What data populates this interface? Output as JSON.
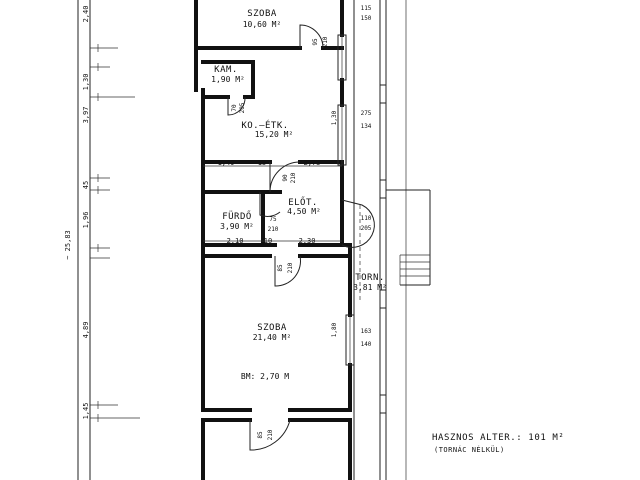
{
  "dimensions_left": {
    "total": "~ 25,83",
    "segments": [
      "2,40",
      "1,30",
      "3,97",
      "45",
      "1,96",
      "4,89",
      "1,45"
    ]
  },
  "rooms": [
    {
      "name": "SZOBA",
      "area": "10,60 M²"
    },
    {
      "name": "KAM.",
      "area": "1,90 M²"
    },
    {
      "name": "KO.–ÉTK.",
      "area": "15,20 M²"
    },
    {
      "name": "FÜRDŐ",
      "area": "3,90 M²"
    },
    {
      "name": "ELŐT.",
      "area": "4,50 M²"
    },
    {
      "name": "TORN.",
      "area": "3,81 M²"
    },
    {
      "name": "SZOBA",
      "area": "21,40 M²"
    }
  ],
  "room_height": "BM: 2,70 M",
  "openings": {
    "top_right": "115",
    "top_right_b": "150",
    "door_top": "95",
    "door_top_h": "210",
    "kam_door": "70",
    "kam_door_h": "205",
    "kitchen_win": "1,30",
    "kitchen_win_w": "275",
    "kitchen_win_h": "134",
    "hall_door": "90",
    "hall_door_h": "210",
    "bath_door": "75",
    "bath_door_h": "210",
    "entry_door": "110",
    "entry_door_h": "205",
    "room_door": "85",
    "room_door_h": "210",
    "room_win": "1,80",
    "room_win_w": "163",
    "room_win_h": "140",
    "bottom_door": "85",
    "bottom_door_h": "210"
  },
  "interior_dims": {
    "kitchen_left": "1,49",
    "kitchen_gap": "15",
    "kitchen_right": "2,75",
    "bath_left": "2,10",
    "bath_gap": "10",
    "bath_right": "2,30"
  },
  "note": {
    "line1": "HASZNOS ALTER.: 101 M²",
    "line2": "(TORNÁC NÉLKÜL)"
  }
}
